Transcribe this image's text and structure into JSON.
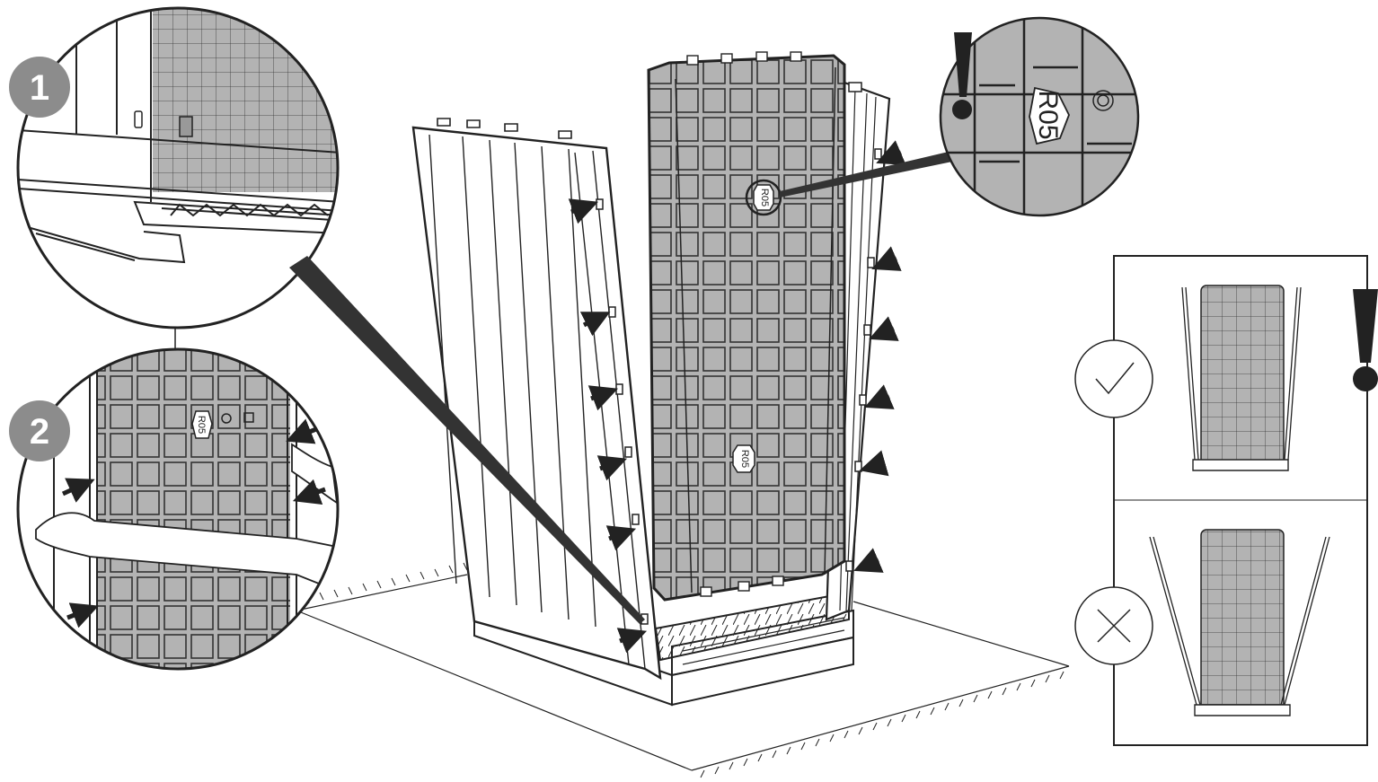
{
  "steps": [
    {
      "number": "1"
    },
    {
      "number": "2"
    }
  ],
  "part_label": "R05",
  "zoom_part_label": "R05",
  "step2_part_label": "R05",
  "icons": {
    "correct": "check-icon",
    "incorrect": "cross-icon",
    "warning": "exclamation-icon"
  },
  "colors": {
    "line": "#222222",
    "panel_fill": "#b3b3b3",
    "step_badge": "#8c8c8c",
    "background": "#ffffff"
  }
}
